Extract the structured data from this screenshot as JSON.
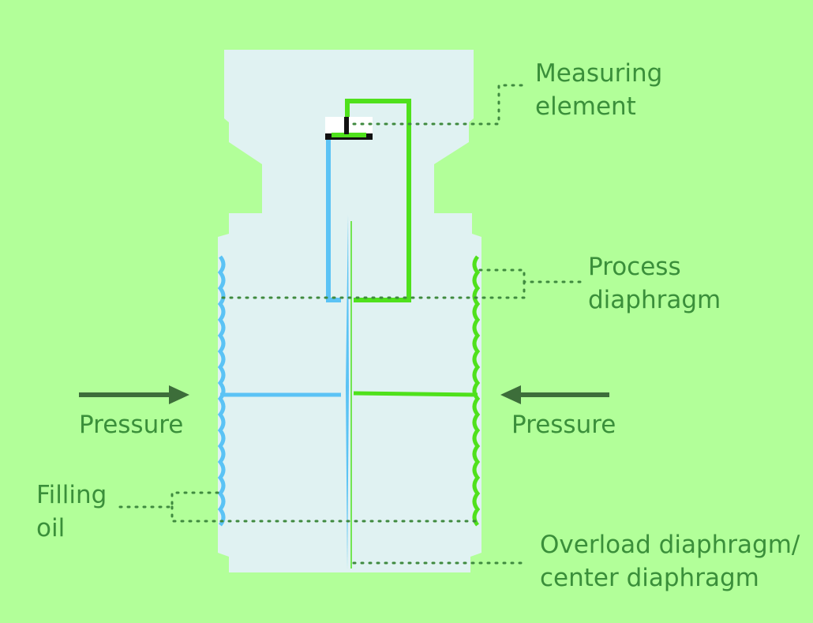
{
  "labels": {
    "measuring_element": [
      "Measuring",
      "element"
    ],
    "process_diaphragm": [
      "Process",
      "diaphragm"
    ],
    "pressure_left": "Pressure",
    "pressure_right": "Pressure",
    "filling_oil": [
      "Filling",
      "oil"
    ],
    "overload_diaphragm": [
      "Overload diaphragm/",
      "center diaphragm"
    ]
  },
  "colors": {
    "background": "#b2ff99",
    "housing": "#e0f2f2",
    "low_pressure_side": "#5bc3f5",
    "high_pressure_side": "#4fe11c",
    "leader_lines": "#3f8a3f",
    "arrows": "#3d6e3a",
    "label_text": "#3a8f3a"
  }
}
